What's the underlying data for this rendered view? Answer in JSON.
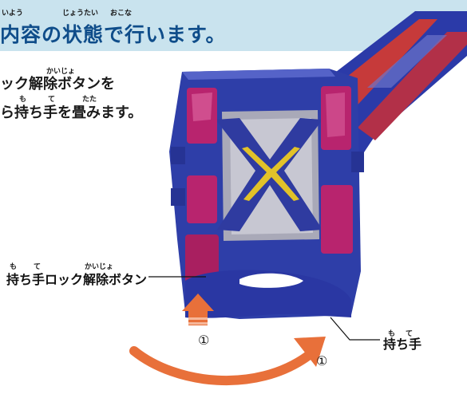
{
  "header": {
    "ruby": [
      "いよう",
      "じょうたい",
      "おこな"
    ],
    "heading": "内容の状態で行います。"
  },
  "instructions": {
    "ruby_line1": "かいじょ",
    "line1": "ック解除ボタンを",
    "ruby_line2": [
      "も",
      "て",
      "たた"
    ],
    "line2": "ら持ち手を畳みます。"
  },
  "callouts": {
    "release_button": {
      "ruby": [
        "も",
        "て",
        "かいじょ"
      ],
      "label": "持ち手ロック解除ボタン"
    },
    "handle": {
      "ruby": [
        "も",
        "て"
      ],
      "label": "持ち手"
    },
    "step_marker_a": "①",
    "step_marker_b": "①"
  },
  "colors": {
    "header_band": "#c9e3ee",
    "heading_text": "#0f4d8a",
    "device_blue": "#2b3aa8",
    "device_magenta": "#b8246e",
    "arrow_orange": "#e8703a"
  }
}
